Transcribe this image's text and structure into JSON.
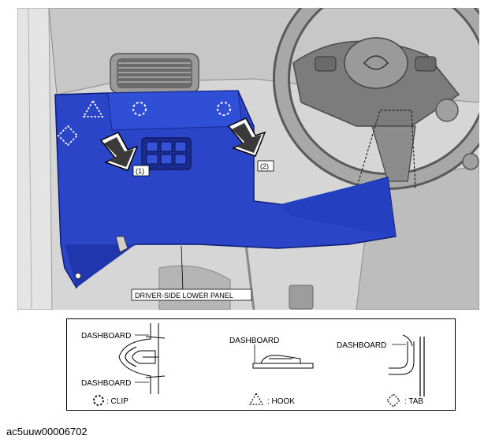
{
  "illustration": {
    "callouts": {
      "step1": "(1)",
      "step2": "(2)"
    },
    "panel_label": "DRIVER-SIDE LOWER PANEL",
    "colors": {
      "panel": "#2a45c8",
      "panel_dark": "#1e34a8",
      "background": "#d9d9d9"
    }
  },
  "legend": {
    "clip_detail": {
      "top_label": "DASHBOARD",
      "bottom_label": "DASHBOARD"
    },
    "hook_detail": {
      "label": "DASHBOARD"
    },
    "tab_detail": {
      "label": "DASHBOARD"
    },
    "symbols": {
      "clip": ": CLIP",
      "hook": ": HOOK",
      "tab": ": TAB"
    }
  },
  "document_code": "ac5uuw00006702"
}
